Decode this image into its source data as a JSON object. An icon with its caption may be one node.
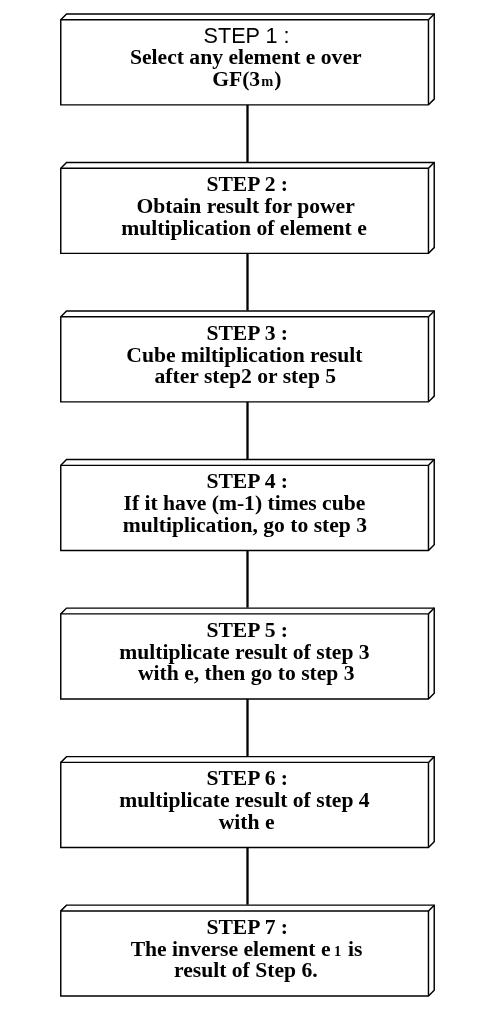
{
  "diagram": {
    "nodes": [
      {
        "text": [
          "STEP 1 :",
          "Select any element e over GF(3$^{m}$)"
        ]
      },
      {
        "text": [
          "STEP 2 :",
          "Obtain result for power multiplication of element e"
        ]
      },
      {
        "text": [
          "STEP 3 :",
          "Cube miltiplication result after step2 or step 5"
        ]
      },
      {
        "text": [
          "STEP 4 :",
          "If it have (m-1) times cube multiplication, go to step 3"
        ]
      },
      {
        "text": [
          "STEP 5 :",
          "multiplicate result of step 3 with e, then go to step 3"
        ]
      },
      {
        "text": [
          "STEP 6 :",
          "multiplicate result of step 4 with e"
        ]
      },
      {
        "text": [
          "STEP 7 :",
          "The inverse element e$^{1}$ is result of Step 6."
        ]
      }
    ],
    "edges": [
      {
        "from": 0,
        "to": 1,
        "arrow": "none"
      },
      {
        "from": 1,
        "to": 2,
        "arrow": "none"
      },
      {
        "from": 2,
        "to": 3,
        "arrow": "none"
      },
      {
        "from": 3,
        "to": 4,
        "arrow": "none"
      },
      {
        "from": 4,
        "to": 5,
        "arrow": "none"
      },
      {
        "from": 5,
        "to": 6,
        "arrow": "none"
      }
    ]
  }
}
